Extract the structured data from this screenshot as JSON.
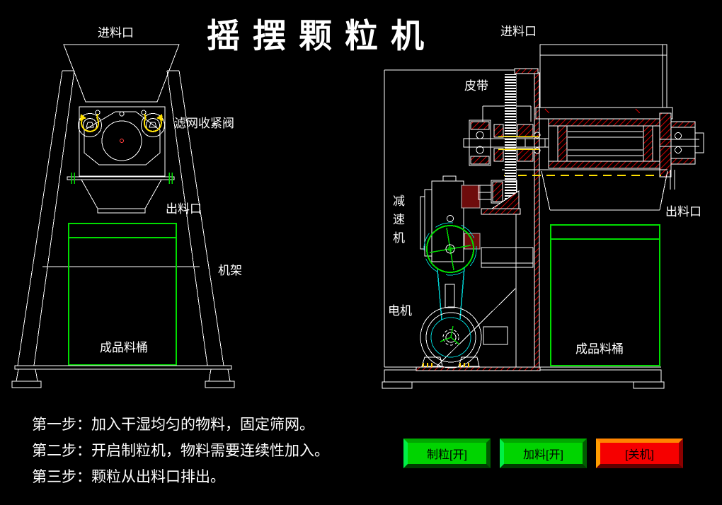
{
  "title": "摇摆颗粒机",
  "left_view": {
    "labels": {
      "inlet": "进料口",
      "filter_valve": "滤网收紧阀",
      "outlet": "出料口",
      "frame": "机架",
      "product_barrel": "成品料桶"
    }
  },
  "right_view": {
    "labels": {
      "inlet": "进料口",
      "belt": "皮带",
      "reducer": "减速机",
      "motor": "电机",
      "outlet": "出料口",
      "product_barrel": "成品料桶"
    }
  },
  "steps": [
    "第一步：加入干湿均匀的物料，固定筛网。",
    "第二步：开启制粒机，物料需要连续性加入。",
    "第三步：颗粒从出料口排出。"
  ],
  "buttons": [
    {
      "id": "granulate",
      "label": "制粒[开]",
      "state": "开",
      "face_color": "#00d400"
    },
    {
      "id": "feed",
      "label": "加料[开]",
      "state": "开",
      "face_color": "#00d400"
    },
    {
      "id": "shutdown",
      "label": "[关机]",
      "face_color": "#f60000"
    }
  ],
  "colors": {
    "background": "#000000",
    "line": "#ffffff",
    "barrel_green": "#00dd00",
    "hatch_red": "#d40000",
    "belt_cyan": "#00cccc",
    "pulley_green": "#00cc00",
    "centerline_yellow": "#ffe000"
  }
}
